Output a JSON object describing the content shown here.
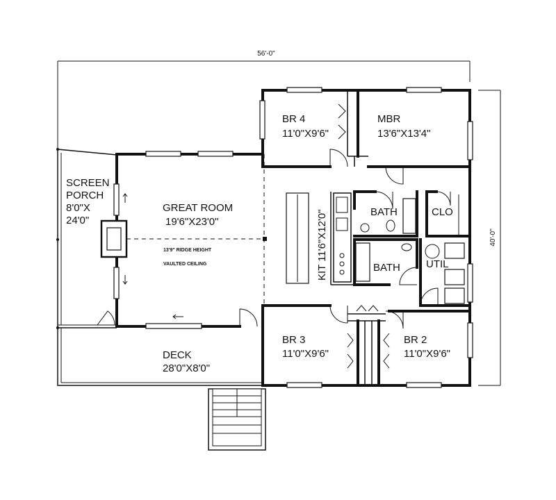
{
  "dimensions": {
    "overall_width": "56'-0\"",
    "overall_depth": "40'-0\""
  },
  "rooms": {
    "screen_porch": {
      "line1": "SCREEN",
      "line2": "PORCH",
      "line3": "8'0\"X",
      "line4": "24'0\""
    },
    "great_room": {
      "name": "GREAT ROOM",
      "size": "19'6\"X23'0\"",
      "note1": "13'9\" RIDGE HEIGHT",
      "note2": "VAULTED CEILING"
    },
    "br4": {
      "name": "BR 4",
      "size": "11'0\"X9'6\""
    },
    "mbr": {
      "name": "MBR",
      "size": "13'6\"X13'4\""
    },
    "kit": {
      "label": "KIT 11'6\"X12'0\""
    },
    "bath_upper": {
      "name": "BATH"
    },
    "bath_lower": {
      "name": "BATH"
    },
    "clo": {
      "name": "CLO"
    },
    "util": {
      "name": "UTIL"
    },
    "br3": {
      "name": "BR 3",
      "size": "11'0\"X9'6\""
    },
    "br2": {
      "name": "BR 2",
      "size": "11'0\"X9'6\""
    },
    "deck": {
      "name": "DECK",
      "size": "28'0\"X8'0\""
    }
  }
}
